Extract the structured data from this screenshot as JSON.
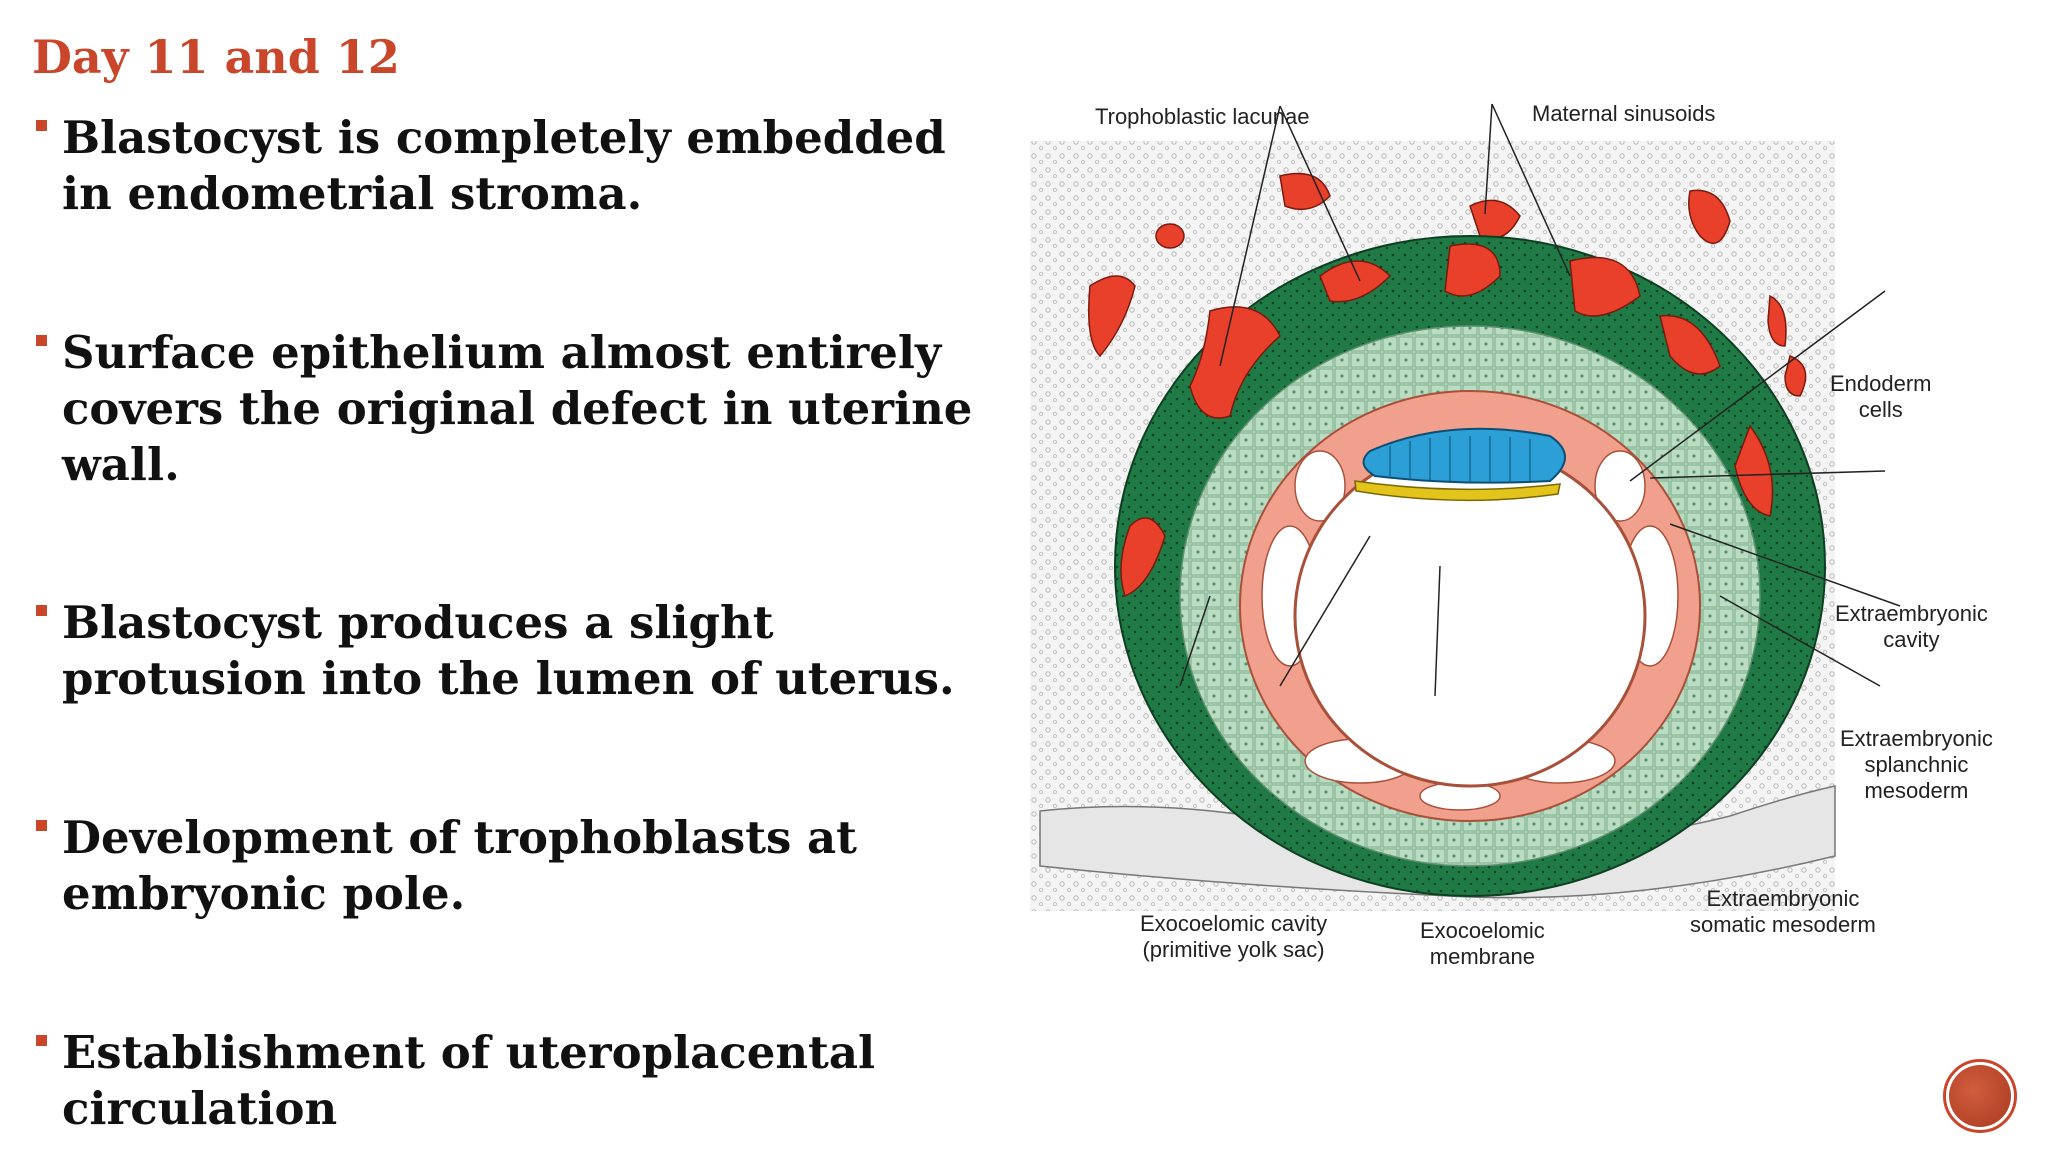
{
  "slide": {
    "title": "Day 11 and 12",
    "accent_color": "#c9462a",
    "bullets": [
      {
        "line1": "Blastocyst is completely embedded",
        "line2": "in endometrial stroma.",
        "line3": ""
      },
      {
        "line1": "Surface epithelium almost entirely",
        "line2": "covers the original defect in uterine",
        "line3": "wall."
      },
      {
        "line1": "Blastocyst produces a slight",
        "line2": "protusion  into the lumen of uterus.",
        "line3": ""
      },
      {
        "line1": "Development of trophoblasts at",
        "line2": "embryonic pole.",
        "line3": ""
      },
      {
        "line1": "Establishment of uteroplacental",
        "line2": "circulation",
        "line3": ""
      }
    ]
  },
  "figure": {
    "labels": {
      "trophoblastic_lacunae": "Trophoblastic lacunae",
      "maternal_sinusoids": "Maternal sinusoids",
      "endoderm_cells_1": "Endoderm",
      "endoderm_cells_2": "cells",
      "extraembryonic_cavity_1": "Extraembryonic",
      "extraembryonic_cavity_2": "cavity",
      "splanchnic_1": "Extraembryonic",
      "splanchnic_2": "splanchnic",
      "splanchnic_3": "mesoderm",
      "somatic_1": "Extraembryonic",
      "somatic_2": "somatic mesoderm",
      "exocoelomic_cavity_1": "Exocoelomic cavity",
      "exocoelomic_cavity_2": "(primitive yolk sac)",
      "exocoelomic_membrane_1": "Exocoelomic",
      "exocoelomic_membrane_2": "membrane"
    },
    "colors": {
      "trophoblast": "#1f7a45",
      "lacunae": "#e8402a",
      "cytotrophoblast": "#b9dcc3",
      "mesoderm": "#f0a08c",
      "epiblast": "#2b9fd6",
      "hypoblast": "#e3c41a",
      "stroma": "#f2f2f2"
    }
  }
}
